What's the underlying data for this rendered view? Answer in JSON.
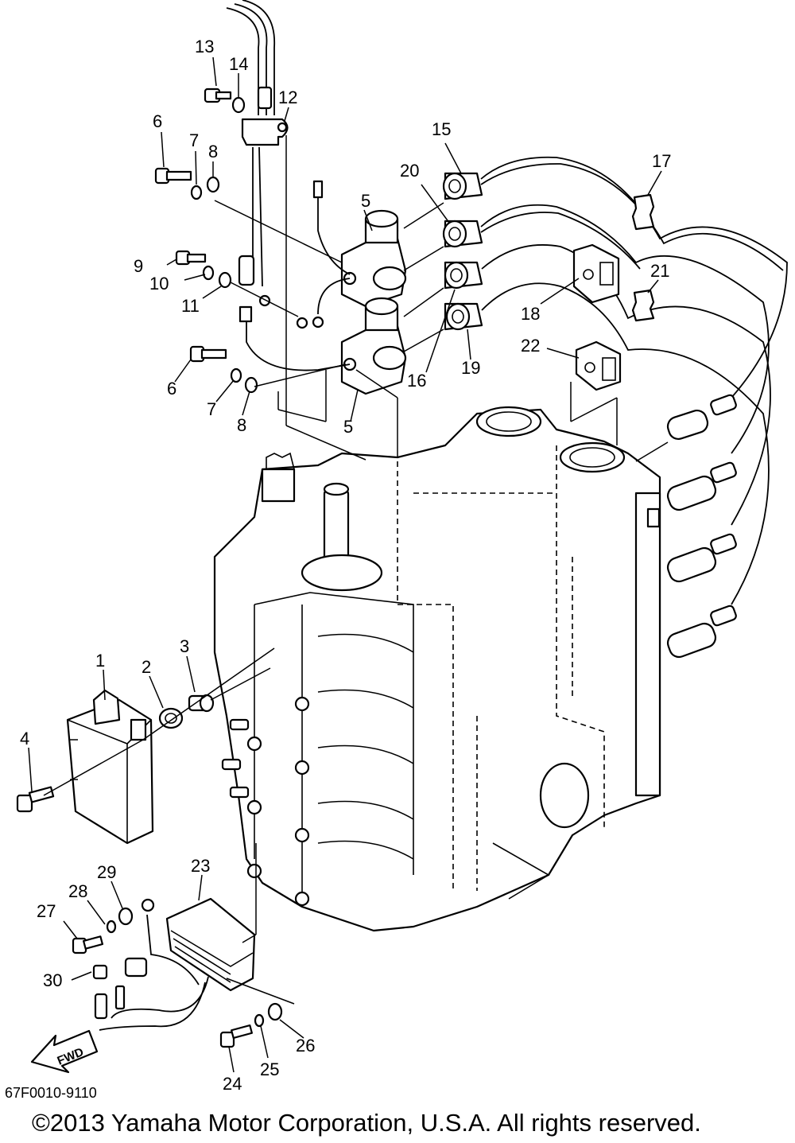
{
  "diagram": {
    "drawing_number": "67F0010-9110",
    "copyright": "©2013 Yamaha Motor Corporation, U.S.A. All rights reserved.",
    "fwd_label": "FWD",
    "callouts": [
      "1",
      "2",
      "3",
      "4",
      "5",
      "5",
      "6",
      "6",
      "7",
      "7",
      "8",
      "8",
      "9",
      "10",
      "11",
      "12",
      "13",
      "14",
      "15",
      "16",
      "17",
      "18",
      "19",
      "20",
      "21",
      "22",
      "23",
      "24",
      "25",
      "26",
      "27",
      "28",
      "29",
      "30"
    ]
  }
}
